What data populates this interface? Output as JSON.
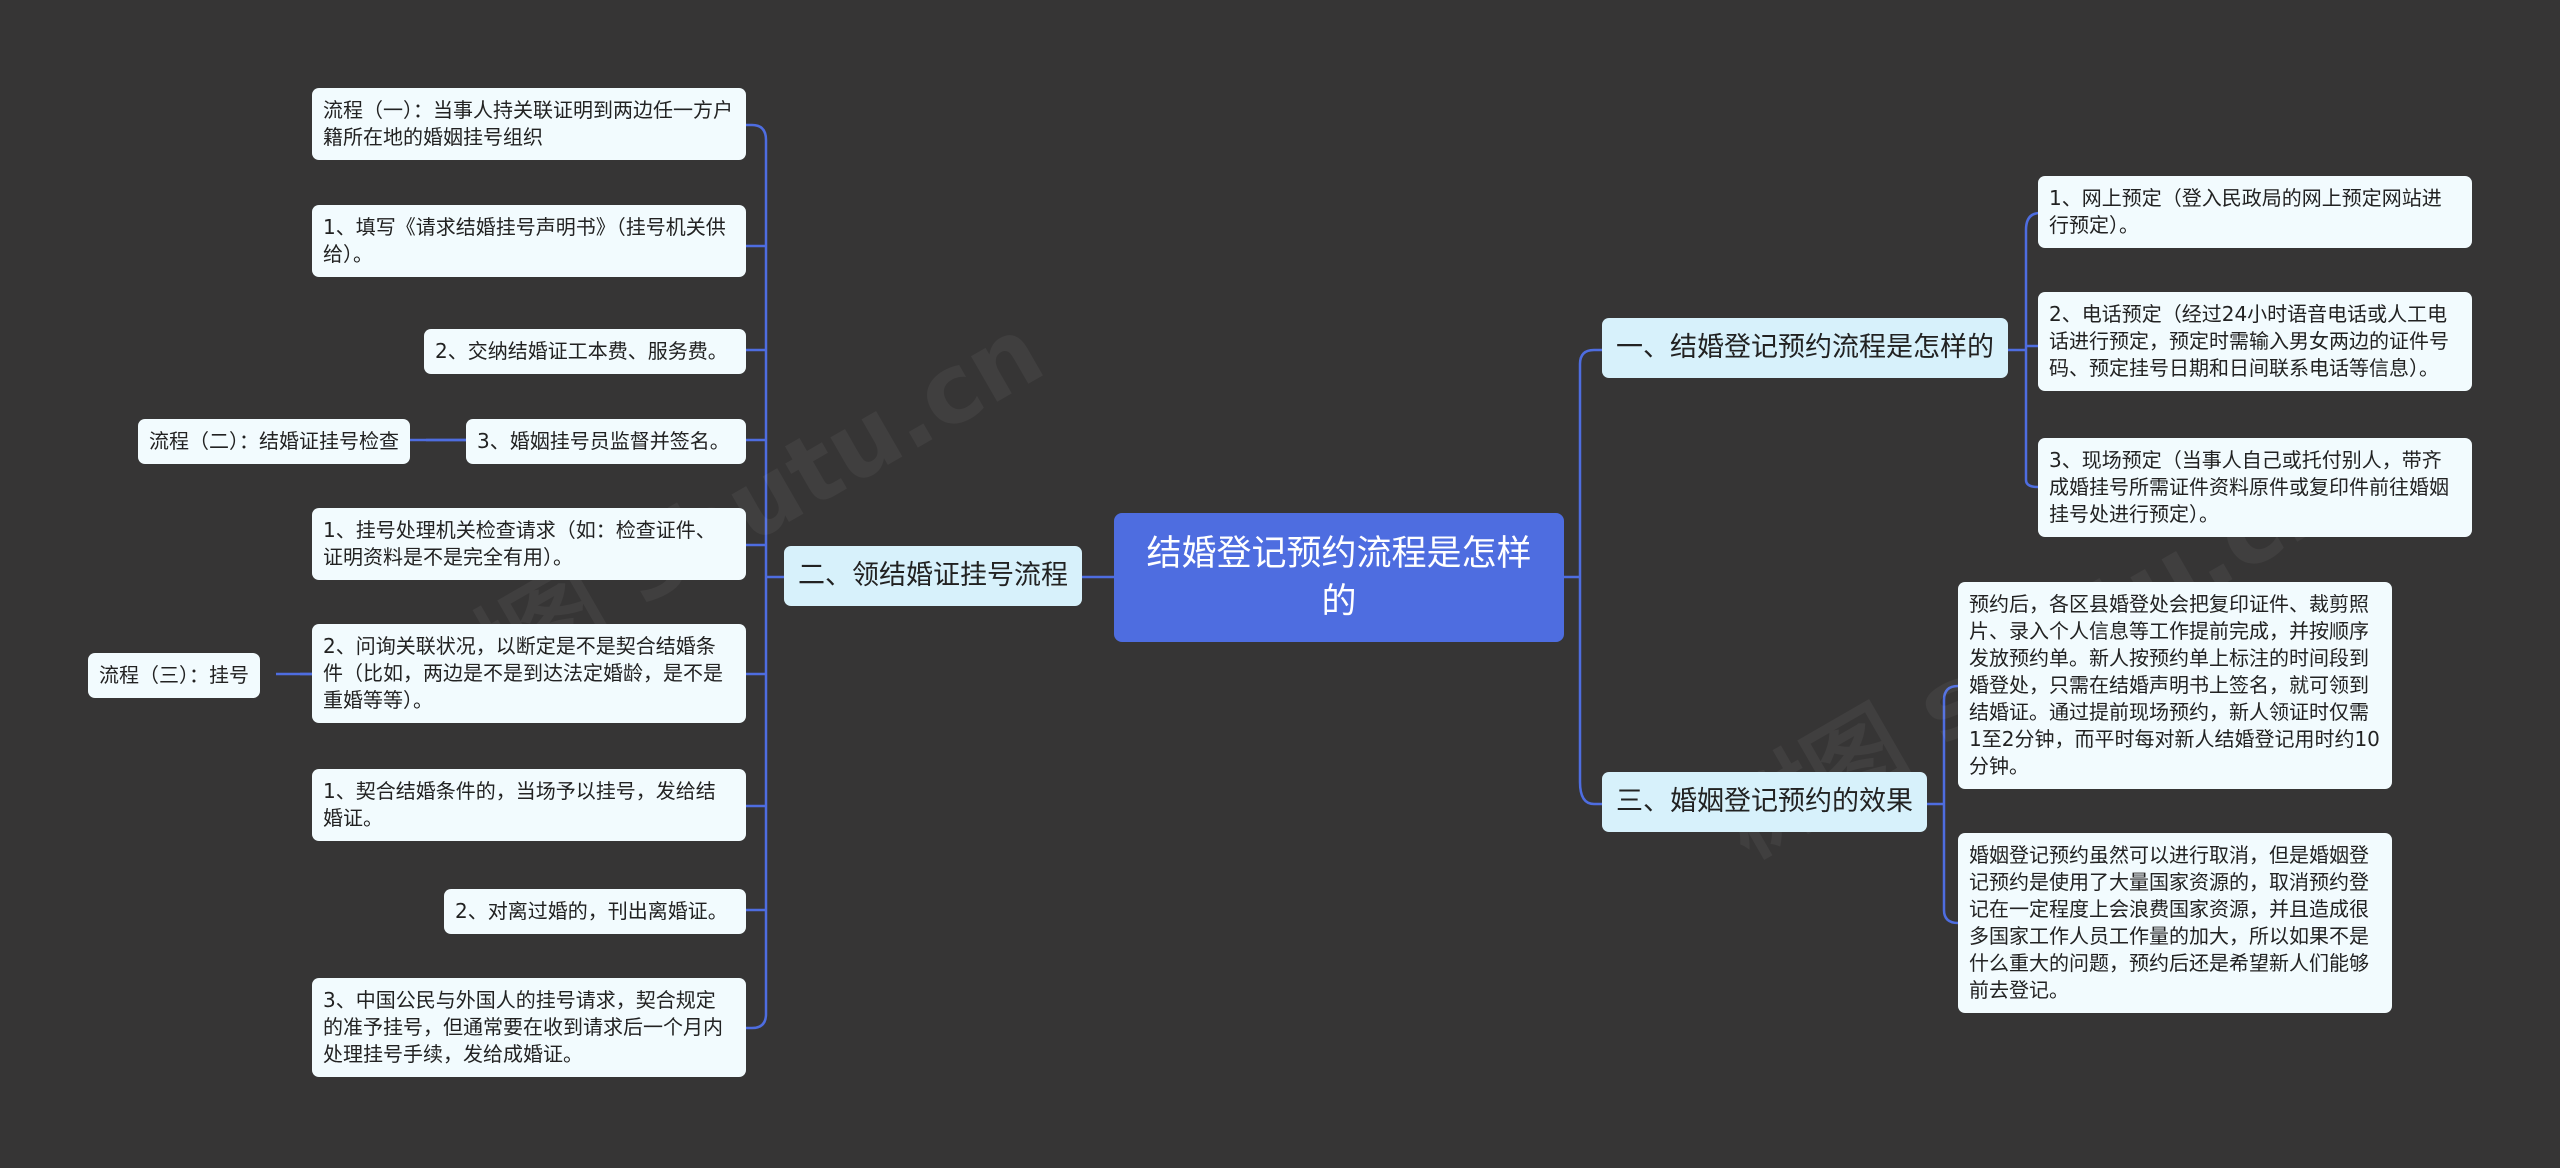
{
  "root": "结婚登记预约流程是怎样的",
  "branches": {
    "b1": "一、结婚登记预约流程是怎样的",
    "b2": "二、领结婚证挂号流程",
    "b3": "三、婚姻登记预约的效果"
  },
  "b1_items": [
    "1、网上预定（登入民政局的网上预定网站进行预定）。",
    "2、电话预定（经过24小时语音电话或人工电话进行预定，预定时需输入男女两边的证件号码、预定挂号日期和日间联系电话等信息）。",
    "3、现场预定（当事人自己或托付别人，带齐成婚挂号所需证件资料原件或复印件前往婚姻挂号处进行预定）。"
  ],
  "b2_items": [
    "流程（一）：当事人持关联证明到两边任一方户籍所在地的婚姻挂号组织",
    "1、填写《请求结婚挂号声明书》（挂号机关供给）。",
    "2、交纳结婚证工本费、服务费。",
    "3、婚姻挂号员监督并签名。",
    "1、挂号处理机关检查请求（如：检查证件、证明资料是不是完全有用）。",
    "2、问询关联状况，以断定是不是契合结婚条件（比如，两边是不是到达法定婚龄，是不是重婚等等）。",
    "1、契合结婚条件的，当场予以挂号，发给结婚证。",
    "2、对离过婚的，刊出离婚证。",
    "3、中国公民与外国人的挂号请求，契合规定的准予挂号，但通常要在收到请求后一个月内处理挂号手续，发给成婚证。"
  ],
  "b2_tags": [
    "流程（二）：结婚证挂号检查",
    "流程（三）：挂号"
  ],
  "b3_items": [
    "预约后，各区县婚登处会把复印证件、裁剪照片、录入个人信息等工作提前完成，并按顺序发放预约单。新人按预约单上标注的时间段到婚登处，只需在结婚声明书上签名，就可领到结婚证。通过提前现场预约，新人领证时仅需1至2分钟，而平时每对新人结婚登记用时约10分钟。",
    "婚姻登记预约虽然可以进行取消，但是婚姻登记预约是使用了大量国家资源的，取消预约登记在一定程度上会浪费国家资源，并且造成很多国家工作人员工作量的加大，所以如果不是什么重大的问题，预约后还是希望新人们能够前去登记。"
  ],
  "watermark": "树图 shutu.cn",
  "colors": {
    "background": "#363535",
    "root": "#4e6de0",
    "branch": "#d7f1fb",
    "leaf": "#f2fbfe",
    "connector": "#4e6de0"
  }
}
